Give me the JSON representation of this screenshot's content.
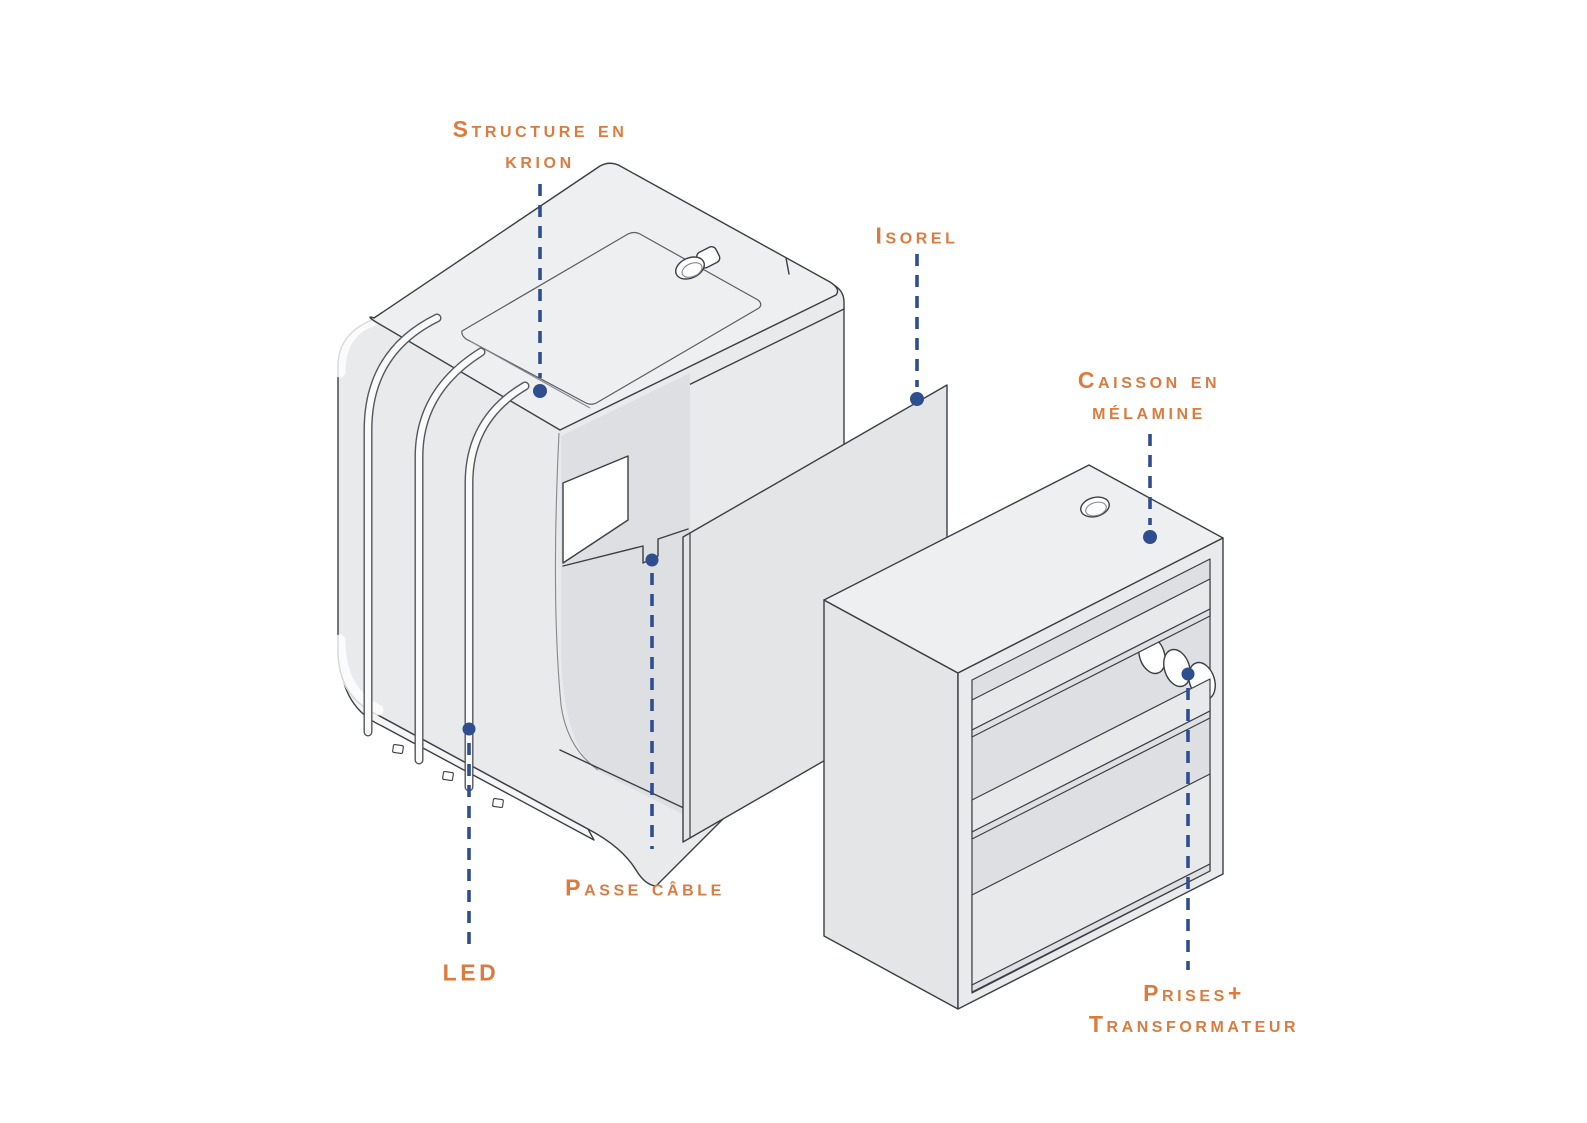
{
  "labels": {
    "structure_krion": {
      "line1": "Structure en",
      "line2": "krion"
    },
    "isorel": {
      "text": "Isorel"
    },
    "caisson_melamine": {
      "line1": "Caisson en",
      "line2": "mélamine"
    },
    "passe_cable": {
      "text": "Passe câble"
    },
    "led": {
      "text": "LED"
    },
    "prises_transformateur": {
      "line1": "Prises+",
      "line2": "Transformateur"
    }
  },
  "colors": {
    "label_orange": "#DD7A3E",
    "leader_blue": "#2E4E90",
    "surface_light": "#E9EAEC",
    "surface_top": "#EEEFF1",
    "surface_side": "#E4E5E7",
    "surface_interior": "#DEDFE2",
    "outline_dark": "#3B3E43",
    "background": "#FFFFFF"
  }
}
